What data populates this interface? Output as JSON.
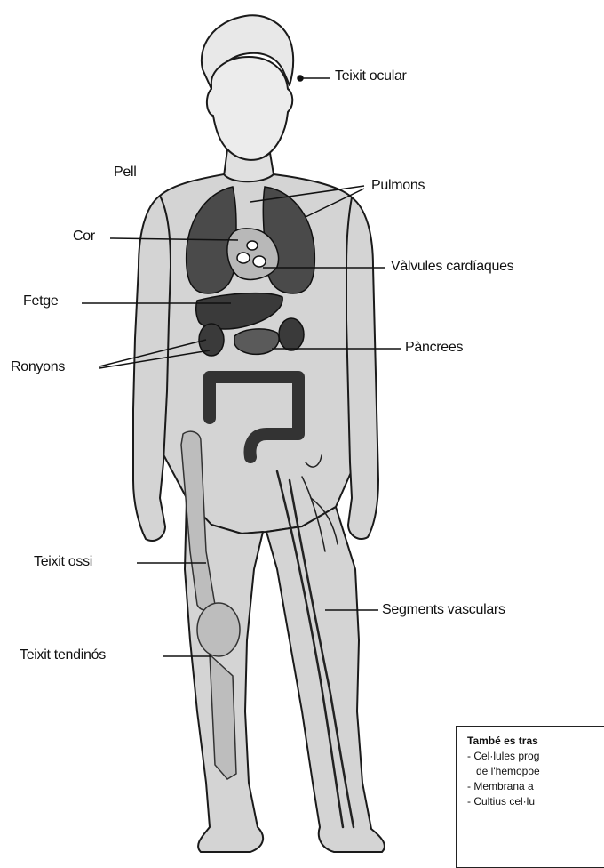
{
  "labels": {
    "teixit_ocular": "Teixit ocular",
    "pell": "Pell",
    "pulmons": "Pulmons",
    "cor": "Cor",
    "valvules": "Vàlvules cardíaques",
    "fetge": "Fetge",
    "pancrees": "Pàncrees",
    "ronyons": "Ronyons",
    "teixit_ossi": "Teixit ossi",
    "segments": "Segments vasculars",
    "tendinos": "Teixit tendinós"
  },
  "info": {
    "title": "També es tras",
    "lines": [
      "- Cel·lules prog",
      "de l'hemopoe",
      "- Membrana a",
      "- Cultius cel·lu"
    ]
  },
  "colors": {
    "body_fill": "#d4d4d4",
    "organ_fill": "#4a4a4a",
    "outline": "#1a1a1a"
  }
}
